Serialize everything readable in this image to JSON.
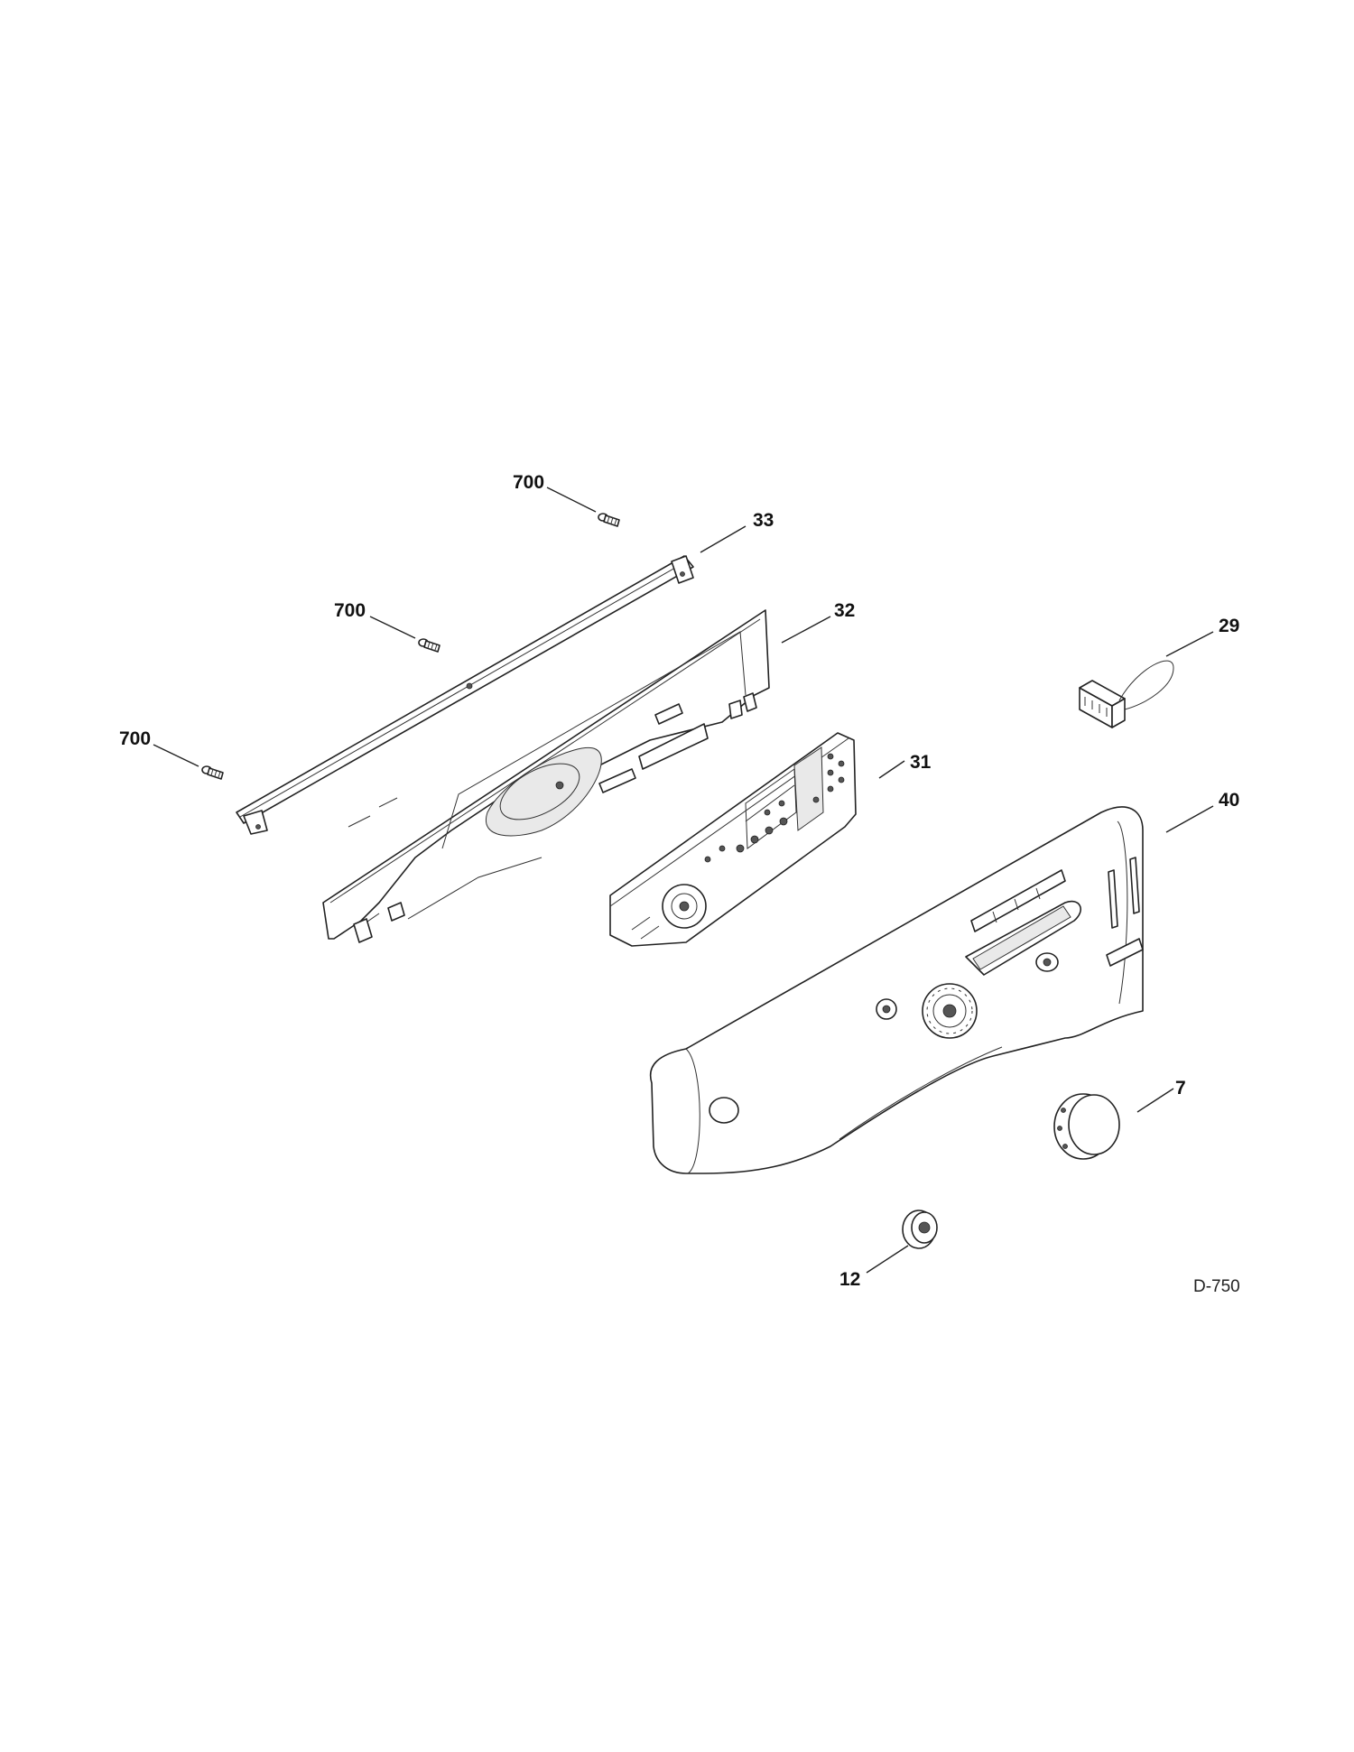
{
  "callouts": [
    {
      "id": "screw-top",
      "label": "700"
    },
    {
      "id": "screw-mid",
      "label": "700"
    },
    {
      "id": "screw-left",
      "label": "700"
    },
    {
      "id": "trim-strip",
      "label": "33"
    },
    {
      "id": "bracket",
      "label": "32"
    },
    {
      "id": "harness",
      "label": "29"
    },
    {
      "id": "control-board",
      "label": "31"
    },
    {
      "id": "console",
      "label": "40"
    },
    {
      "id": "knob",
      "label": "7"
    },
    {
      "id": "button",
      "label": "12"
    }
  ],
  "drawing_id": "D-750"
}
